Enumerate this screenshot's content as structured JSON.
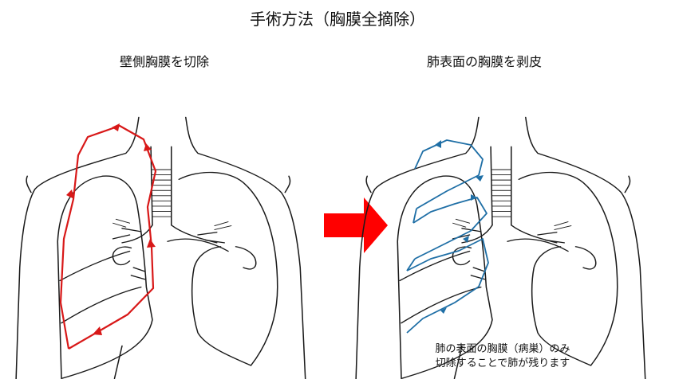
{
  "title": "手術方法（胸膜全摘除）",
  "left_panel": {
    "label": "壁側胸膜を切除"
  },
  "right_panel": {
    "label": "肺表面の胸膜を剥皮",
    "caption_line1": "肺の表面の胸膜（病巣）のみ",
    "caption_line2": "切除することで肺が残ります"
  },
  "colors": {
    "red_path": "#d81818",
    "blue_path": "#1f6fa6",
    "arrow": "#ff0000"
  },
  "icons": {
    "arrow": "right-arrow-icon"
  }
}
